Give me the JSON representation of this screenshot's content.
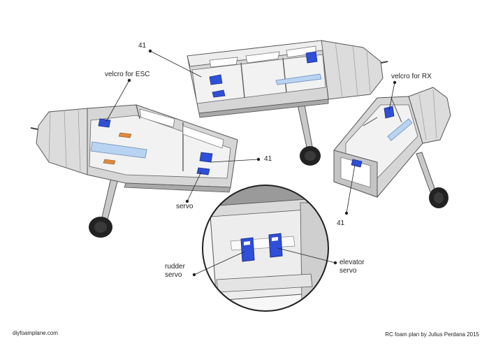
{
  "labels": {
    "part_41_top": "41",
    "velcro_esc": "velcro for ESC",
    "velcro_rx": "velcro for RX",
    "part_41_left": "41",
    "servo": "servo",
    "part_41_right": "41",
    "rudder_servo": "rudder\nservo",
    "elevator_servo": "elevator\nservo"
  },
  "footer": {
    "site": "diyfoamplane.com",
    "credit": "RC foam plan by Julius Perdana 2015"
  },
  "colors": {
    "foam": "#e6e6e6",
    "foam_dark": "#b7b7b7",
    "edge": "#555555",
    "servo": "#2f4fd8",
    "esc": "#e08a3c",
    "battery": "#b9d4f2",
    "tire": "#222222"
  }
}
